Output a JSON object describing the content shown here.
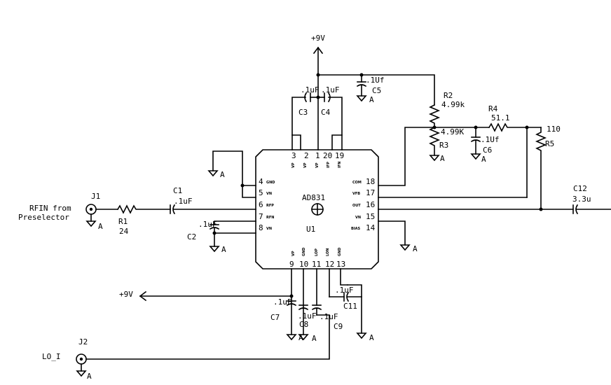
{
  "ic": {
    "part": "AD831",
    "ref": "U1",
    "pins": {
      "1": {
        "num": "1",
        "name": "VP"
      },
      "2": {
        "num": "2",
        "name": "VP"
      },
      "3": {
        "num": "3",
        "name": "VP"
      },
      "4": {
        "num": "4",
        "name": "GND"
      },
      "5": {
        "num": "5",
        "name": "VN"
      },
      "6": {
        "num": "6",
        "name": "RFP"
      },
      "7": {
        "num": "7",
        "name": "RFN"
      },
      "8": {
        "num": "8",
        "name": "VN"
      },
      "9": {
        "num": "9",
        "name": "VP"
      },
      "10": {
        "num": "10",
        "name": "GND"
      },
      "11": {
        "num": "11",
        "name": "LOP"
      },
      "12": {
        "num": "12",
        "name": "LON"
      },
      "13": {
        "num": "13",
        "name": "GND"
      },
      "14": {
        "num": "14",
        "name": "BIAS"
      },
      "15": {
        "num": "15",
        "name": "VN"
      },
      "16": {
        "num": "16",
        "name": "OUT"
      },
      "17": {
        "num": "17",
        "name": "VFB"
      },
      "18": {
        "num": "18",
        "name": "COM"
      },
      "19": {
        "num": "19",
        "name": "IFN"
      },
      "20": {
        "num": "20",
        "name": "IFP"
      }
    }
  },
  "components": {
    "C1": {
      "ref": "C1",
      "value": ".1uF"
    },
    "C2": {
      "ref": "C2",
      "value": ".1uF"
    },
    "C3": {
      "ref": "C3",
      "value": ".1uF"
    },
    "C4": {
      "ref": "C4",
      "value": ".1uF"
    },
    "C5": {
      "ref": "C5",
      "value": ".1Uf"
    },
    "C6": {
      "ref": "C6",
      "value": ".1Uf"
    },
    "C7": {
      "ref": "C7",
      "value": ".1uF"
    },
    "C8": {
      "ref": "C8",
      "value": ".1uF"
    },
    "C9": {
      "ref": "C9",
      "value": ".1uF"
    },
    "C11": {
      "ref": "C11",
      "value": ".1uF"
    },
    "C12": {
      "ref": "C12",
      "value": "3.3u"
    },
    "R1": {
      "ref": "R1",
      "value": "24"
    },
    "R2": {
      "ref": "R2",
      "value": "4.99k"
    },
    "R3": {
      "ref": "R3",
      "value": "4.99K"
    },
    "R4": {
      "ref": "R4",
      "value": "51.1"
    },
    "R5": {
      "ref": "R5",
      "value": "110"
    },
    "J1": {
      "ref": "J1"
    },
    "J2": {
      "ref": "J2"
    }
  },
  "nets": {
    "supply_top": "+9V",
    "supply_bottom": "+9V",
    "ground": "A",
    "rfin_line1": "RFIN from",
    "rfin_line2": "Preselector",
    "lo_label": "LO_I"
  }
}
